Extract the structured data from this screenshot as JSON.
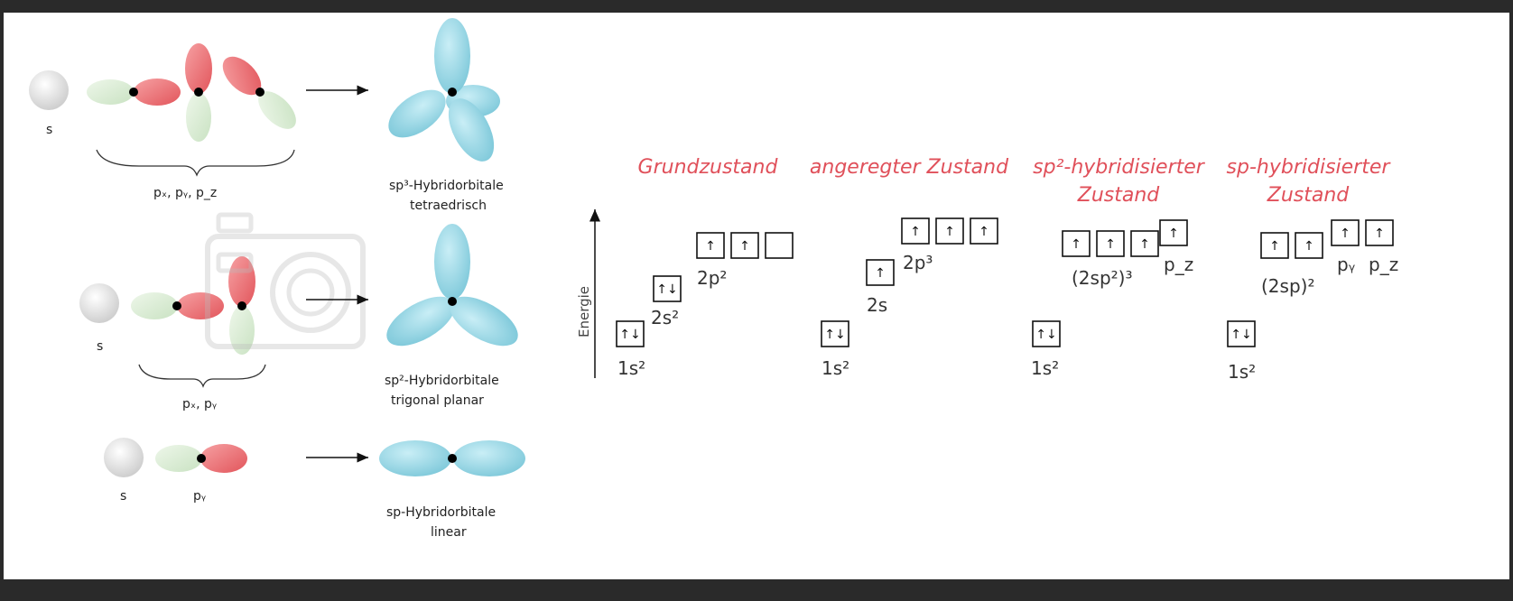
{
  "left": {
    "sp3": {
      "s_label": "s",
      "p_label": "pₓ, pᵧ, p_z",
      "result_line1": "sp³-Hybridorbitale",
      "result_line2": "tetraedrisch"
    },
    "sp2": {
      "s_label": "s",
      "p_label": "pₓ, pᵧ",
      "result_line1": "sp²-Hybridorbitale",
      "result_line2": "trigonal planar"
    },
    "sp": {
      "s_label": "s",
      "p_label": "pᵧ",
      "result_line1": "sp-Hybridorbitale",
      "result_line2": "linear"
    }
  },
  "right": {
    "axis_label": "Energie",
    "states": [
      {
        "title": [
          "Grundzustand"
        ],
        "configs": [
          {
            "text": "1s²",
            "boxes": [
              "↑↓"
            ]
          },
          {
            "text": "2s²",
            "boxes": [
              "↑↓"
            ]
          },
          {
            "text": "2p²",
            "boxes": [
              "↑",
              "↑",
              ""
            ]
          }
        ]
      },
      {
        "title": [
          "angeregter Zustand"
        ],
        "configs": [
          {
            "text": "1s²",
            "boxes": [
              "↑↓"
            ]
          },
          {
            "text": "2s",
            "boxes": [
              "↑"
            ]
          },
          {
            "text": "2p³",
            "boxes": [
              "↑",
              "↑",
              "↑"
            ]
          }
        ]
      },
      {
        "title": [
          "sp²-hybridisierter",
          "Zustand"
        ],
        "configs": [
          {
            "text": "1s²",
            "boxes": [
              "↑↓"
            ]
          },
          {
            "text": "(2sp²)³",
            "boxes": [
              "↑",
              "↑",
              "↑"
            ]
          },
          {
            "text": "p_z",
            "boxes": [
              "↑"
            ]
          }
        ]
      },
      {
        "title": [
          "sp-hybridisierter",
          "Zustand"
        ],
        "configs": [
          {
            "text": "1s²",
            "boxes": [
              "↑↓"
            ]
          },
          {
            "text": "(2sp)²",
            "boxes": [
              "↑",
              "↑"
            ]
          },
          {
            "text": "pᵧ",
            "boxes": [
              "↑"
            ]
          },
          {
            "text": "p_z",
            "boxes": [
              "↑"
            ]
          }
        ]
      }
    ]
  },
  "colors": {
    "s_orbital": "#e2e2e2",
    "p_lobe_red": "#ec6f73",
    "p_lobe_green": "#d8ebd3",
    "hybrid": "#8fd4e2",
    "title_red": "#e0505a"
  }
}
